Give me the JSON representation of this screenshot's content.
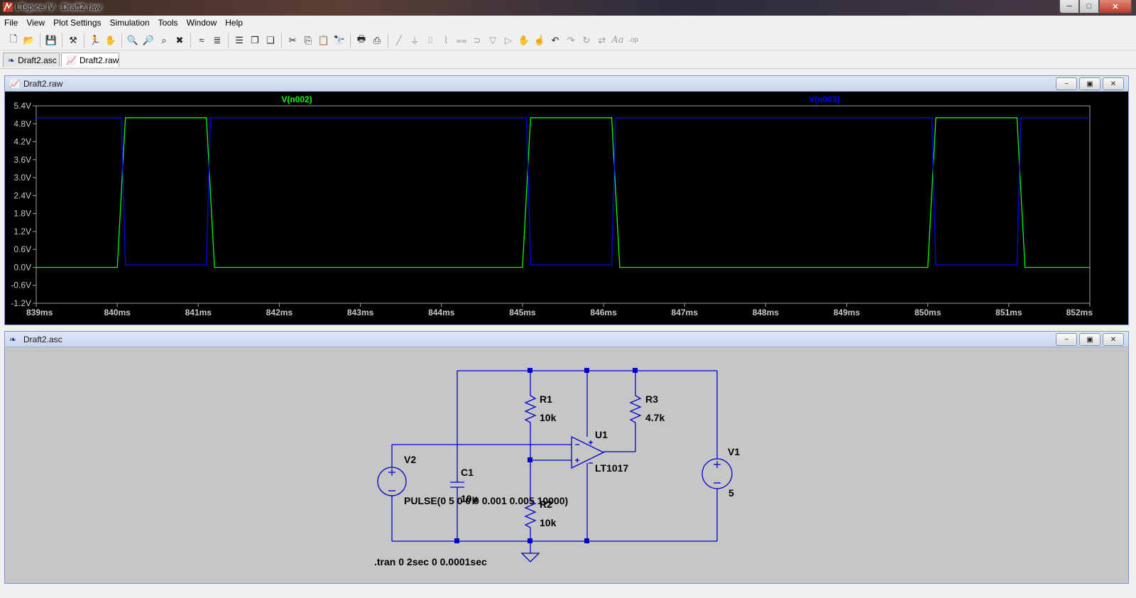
{
  "window": {
    "title": "LTspice IV - Draft2.raw",
    "minimize": "─",
    "maximize": "□",
    "close": "✕"
  },
  "menu": [
    "File",
    "View",
    "Plot Settings",
    "Simulation",
    "Tools",
    "Window",
    "Help"
  ],
  "toolbar_icons": [
    "new-schematic-icon",
    "open-icon",
    "save-icon",
    "control-panel-icon",
    "run-icon",
    "halt-icon",
    "zoom-in-icon",
    "zoom-out-icon",
    "zoom-fit-icon",
    "zoom-cancel-icon",
    "autorange-icon",
    "plot-settings-icon",
    "tile-horizontal-icon",
    "cascade-icon",
    "tile-vertical-icon",
    "cut-icon",
    "copy-icon",
    "paste-icon",
    "find-icon",
    "print-preview-icon",
    "print-icon",
    "wire-icon",
    "ground-icon",
    "label-icon",
    "resistor-icon",
    "capacitor-icon",
    "inductor-icon",
    "diode-icon",
    "component-icon",
    "move-icon",
    "drag-icon",
    "undo-icon",
    "redo-icon",
    "rotate-icon",
    "mirror-icon",
    "text-icon",
    "spice-directive-icon"
  ],
  "tabs": [
    {
      "label": "Draft2.asc",
      "icon": "schematic-icon"
    },
    {
      "label": "Draft2.raw",
      "icon": "waveform-icon"
    }
  ],
  "plot_window": {
    "title": "Draft2.raw",
    "btns": [
      "−",
      "▣",
      "✕"
    ]
  },
  "schematic_window": {
    "title": "Draft2.asc",
    "btns": [
      "−",
      "▣",
      "✕"
    ]
  },
  "chart_data": {
    "type": "line",
    "title": "",
    "xlabel": "",
    "ylabel": "",
    "xlim": [
      839,
      852
    ],
    "ylim": [
      -1.2,
      5.4
    ],
    "x_unit": "ms",
    "y_unit": "V",
    "xticks": [
      "839ms",
      "840ms",
      "841ms",
      "842ms",
      "843ms",
      "844ms",
      "845ms",
      "846ms",
      "847ms",
      "848ms",
      "849ms",
      "850ms",
      "851ms",
      "852ms"
    ],
    "yticks": [
      "5.4V",
      "4.8V",
      "4.2V",
      "3.6V",
      "3.0V",
      "2.4V",
      "1.8V",
      "1.2V",
      "0.6V",
      "0.0V",
      "-0.6V",
      "-1.2V"
    ],
    "grid": false,
    "background": "#000000",
    "series": [
      {
        "name": "V(n002)",
        "color": "#00ff00",
        "x": [
          839.0,
          840.0,
          840.1,
          841.1,
          841.2,
          845.0,
          845.1,
          846.1,
          846.2,
          850.0,
          850.1,
          851.1,
          851.2,
          852.0
        ],
        "y": [
          0.0,
          0.0,
          5.0,
          5.0,
          0.0,
          0.0,
          5.0,
          5.0,
          0.0,
          0.0,
          5.0,
          5.0,
          0.0,
          0.0
        ]
      },
      {
        "name": "V(n003)",
        "color": "#0000ff",
        "x": [
          839.0,
          840.05,
          840.1,
          841.1,
          841.15,
          845.05,
          845.1,
          846.1,
          846.15,
          850.05,
          850.1,
          851.1,
          851.15,
          852.0
        ],
        "y": [
          5.0,
          5.0,
          0.08,
          0.08,
          5.0,
          5.0,
          0.08,
          0.08,
          5.0,
          5.0,
          0.08,
          0.08,
          5.0,
          5.0
        ]
      }
    ]
  },
  "schematic": {
    "labels": {
      "r1_name": "R1",
      "r1_value": "10k",
      "r2_name": "R2",
      "r2_value": "10k",
      "r3_name": "R3",
      "r3_value": "4.7k",
      "u1_name": "U1",
      "u1_model": "LT1017",
      "v1_name": "V1",
      "v1_value": "5",
      "v2_name": "V2",
      "v2_value": "PULSE(0 5 0 0 0 0.001 0.005 10000)",
      "c1_name": "C1",
      "c1_value": "10µ",
      "directive": ".tran 0 2sec 0 0.0001sec"
    },
    "wire_color": "#0000cc",
    "component_color": "#0000cc",
    "text_color": "#000000"
  }
}
